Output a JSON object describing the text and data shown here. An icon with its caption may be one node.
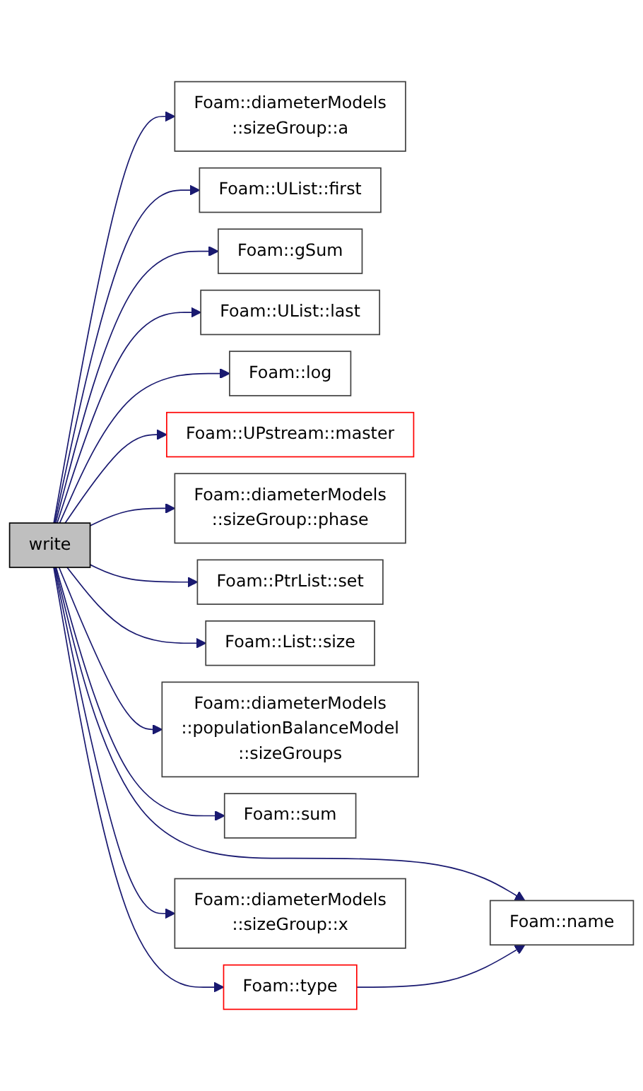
{
  "diagram": {
    "nodes": [
      {
        "text": [
          "write"
        ]
      },
      {
        "text": [
          "Foam::diameterModels ::sizeGroup::a"
        ]
      },
      {
        "text": [
          "Foam::UList::first"
        ]
      },
      {
        "text": [
          "Foam::gSum"
        ]
      },
      {
        "text": [
          "Foam::UList::last"
        ]
      },
      {
        "text": [
          "Foam::log"
        ]
      },
      {
        "text": [
          "Foam::UPstream::master"
        ]
      },
      {
        "text": [
          "Foam::diameterModels ::sizeGroup::phase"
        ]
      },
      {
        "text": [
          "Foam::PtrList::set"
        ]
      },
      {
        "text": [
          "Foam::List::size"
        ]
      },
      {
        "text": [
          "Foam::diameterModels ::populationBalanceModel ::sizeGroups"
        ]
      },
      {
        "text": [
          "Foam::sum"
        ]
      },
      {
        "text": [
          "Foam::type"
        ]
      },
      {
        "text": [
          "Foam::diameterModels ::sizeGroup::x"
        ]
      },
      {
        "text": [
          "Foam::name"
        ]
      }
    ],
    "edges": [
      {
        "from": 0,
        "to": 1,
        "arrow": "to"
      },
      {
        "from": 0,
        "to": 2,
        "arrow": "to"
      },
      {
        "from": 0,
        "to": 3,
        "arrow": "to"
      },
      {
        "from": 0,
        "to": 4,
        "arrow": "to"
      },
      {
        "from": 0,
        "to": 5,
        "arrow": "to"
      },
      {
        "from": 0,
        "to": 6,
        "arrow": "to"
      },
      {
        "from": 0,
        "to": 14,
        "arrow": "to"
      },
      {
        "from": 0,
        "to": 7,
        "arrow": "to"
      },
      {
        "from": 0,
        "to": 8,
        "arrow": "to"
      },
      {
        "from": 0,
        "to": 9,
        "arrow": "to"
      },
      {
        "from": 0,
        "to": 10,
        "arrow": "to"
      },
      {
        "from": 0,
        "to": 11,
        "arrow": "to"
      },
      {
        "from": 0,
        "to": 12,
        "arrow": "to"
      },
      {
        "from": 0,
        "to": 13,
        "arrow": "to"
      },
      {
        "from": 12,
        "to": 14,
        "arrow": "to"
      }
    ]
  }
}
